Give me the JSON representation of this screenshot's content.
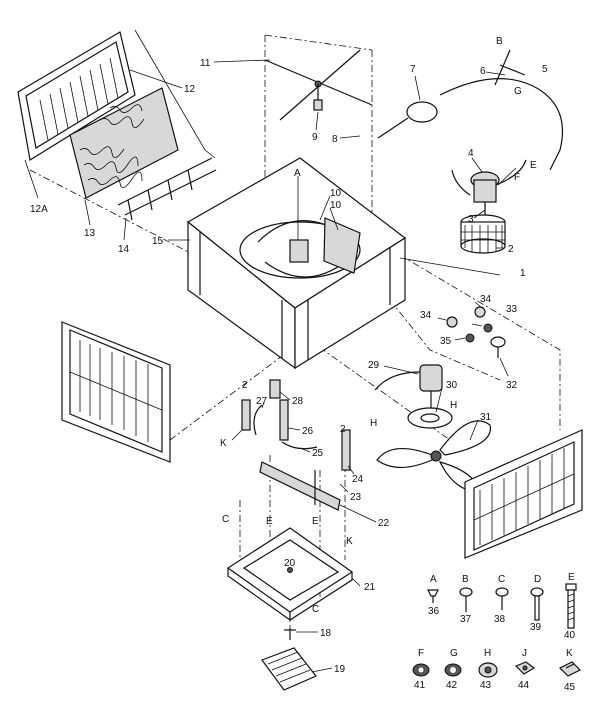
{
  "callouts": [
    {
      "id": "c11",
      "text": "11"
    },
    {
      "id": "c12",
      "text": "12"
    },
    {
      "id": "c12a",
      "text": "12A"
    },
    {
      "id": "c13",
      "text": "13"
    },
    {
      "id": "c14",
      "text": "14"
    },
    {
      "id": "c15",
      "text": "15"
    },
    {
      "id": "c9",
      "text": "9"
    },
    {
      "id": "c8",
      "text": "8"
    },
    {
      "id": "c7",
      "text": "7"
    },
    {
      "id": "c6",
      "text": "6"
    },
    {
      "id": "cB",
      "text": "B"
    },
    {
      "id": "c5",
      "text": "5"
    },
    {
      "id": "cG",
      "text": "G"
    },
    {
      "id": "c4",
      "text": "4"
    },
    {
      "id": "cE",
      "text": "E"
    },
    {
      "id": "cF",
      "text": "F"
    },
    {
      "id": "c3",
      "text": "3"
    },
    {
      "id": "c2",
      "text": "2"
    },
    {
      "id": "c1",
      "text": "1"
    },
    {
      "id": "cA",
      "text": "A"
    },
    {
      "id": "c10a",
      "text": "10"
    },
    {
      "id": "c10b",
      "text": "10"
    },
    {
      "id": "c34a",
      "text": "34"
    },
    {
      "id": "c33",
      "text": "33"
    },
    {
      "id": "c34b",
      "text": "34"
    },
    {
      "id": "c35",
      "text": "35"
    },
    {
      "id": "c32",
      "text": "32"
    },
    {
      "id": "c29",
      "text": "29"
    },
    {
      "id": "c30",
      "text": "30"
    },
    {
      "id": "cH1",
      "text": "H"
    },
    {
      "id": "cH2",
      "text": "H"
    },
    {
      "id": "c31",
      "text": "31"
    },
    {
      "id": "c2b",
      "text": "2"
    },
    {
      "id": "c28",
      "text": "28"
    },
    {
      "id": "c27",
      "text": "27"
    },
    {
      "id": "c26",
      "text": "26"
    },
    {
      "id": "cK1",
      "text": "K"
    },
    {
      "id": "c25",
      "text": "25"
    },
    {
      "id": "c2c",
      "text": "2"
    },
    {
      "id": "c24",
      "text": "24"
    },
    {
      "id": "c23",
      "text": "23"
    },
    {
      "id": "c22",
      "text": "22"
    },
    {
      "id": "cK2",
      "text": "K"
    },
    {
      "id": "cC1",
      "text": "C"
    },
    {
      "id": "cE2",
      "text": "E"
    },
    {
      "id": "cE3",
      "text": "E"
    },
    {
      "id": "c20",
      "text": "20"
    },
    {
      "id": "c21",
      "text": "21"
    },
    {
      "id": "cC2",
      "text": "C"
    },
    {
      "id": "c18",
      "text": "18"
    },
    {
      "id": "c19",
      "text": "19"
    }
  ],
  "hardware": [
    {
      "letter": "A",
      "number": "36"
    },
    {
      "letter": "B",
      "number": "37"
    },
    {
      "letter": "C",
      "number": "38"
    },
    {
      "letter": "D",
      "number": "39"
    },
    {
      "letter": "E",
      "number": "40"
    },
    {
      "letter": "F",
      "number": "41"
    },
    {
      "letter": "G",
      "number": "42"
    },
    {
      "letter": "H",
      "number": "43"
    },
    {
      "letter": "J",
      "number": "44"
    },
    {
      "letter": "K",
      "number": "45"
    }
  ]
}
